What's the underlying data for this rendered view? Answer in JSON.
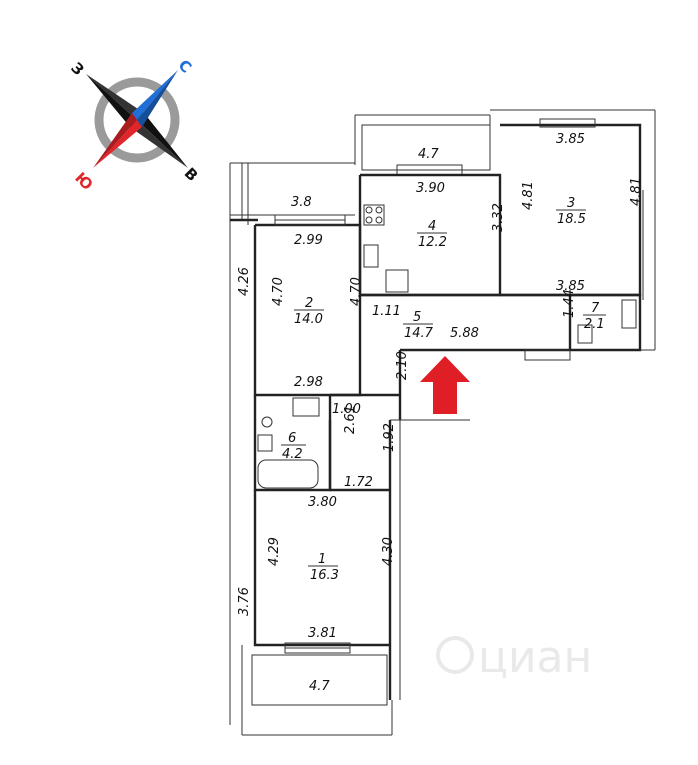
{
  "compass": {
    "north_label": "С",
    "east_label": "В",
    "south_label": "Ю",
    "west_label": "З",
    "north_color": "#1f6fd6",
    "south_color": "#e0262a",
    "letter_color": "#111111",
    "ring_color": "#9a9a9a"
  },
  "entrance_arrow": {
    "color": "#e01e25"
  },
  "watermark": {
    "text": "циан"
  },
  "rooms": [
    {
      "number": "1",
      "area": "16.3"
    },
    {
      "number": "2",
      "area": "14.0"
    },
    {
      "number": "3",
      "area": "18.5"
    },
    {
      "number": "4",
      "area": "12.2"
    },
    {
      "number": "5",
      "area": "14.7"
    },
    {
      "number": "6",
      "area": "4.2"
    },
    {
      "number": "7",
      "area": "2.1"
    }
  ],
  "dimensions": {
    "balcony_top_width": "4.7",
    "kitchen_window": "3.90",
    "room3_top": "3.85",
    "room3_bottom": "3.85",
    "room3_left": "4.81",
    "room3_right": "4.81",
    "kitchen_height": "3.32",
    "loggia_left_width": "3.8",
    "room2_top": "2.99",
    "room2_left": "4.70",
    "room2_right": "4.70",
    "room2_bottom": "2.98",
    "outer_left": "4.26",
    "corridor_small": "1.11",
    "corridor_length": "5.88",
    "wc7_height": "1.44",
    "hall_height": "2.10",
    "bath_width": "1.00",
    "bath_height": "2.61",
    "hall_lower_height": "1.92",
    "hall_lower_width": "1.72",
    "room1_top": "3.80",
    "room1_left": "4.29",
    "room1_right": "4.30",
    "room1_bottom": "3.81",
    "outer_left_lower": "3.76",
    "balcony_bottom_width": "4.7"
  }
}
